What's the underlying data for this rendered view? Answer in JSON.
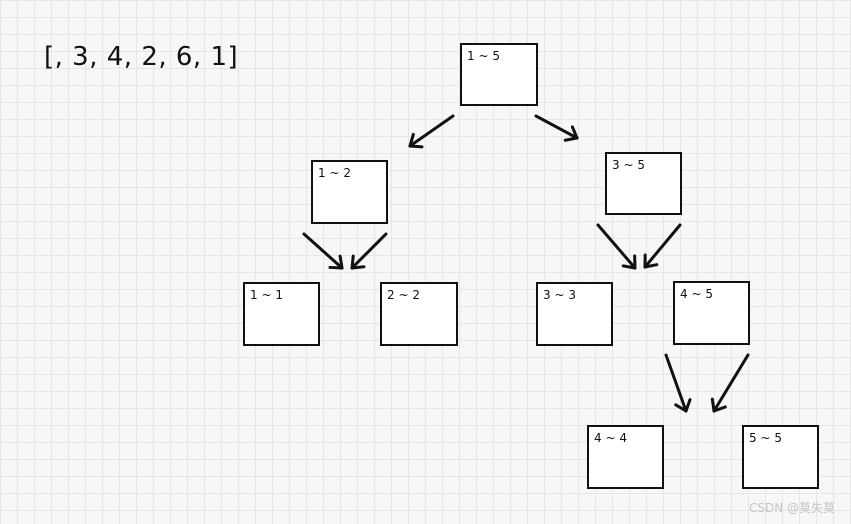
{
  "array_text": "[, 3, 4, 2, 6, 1]",
  "nodes": [
    {
      "id": "n1-5",
      "label": "1 ~ 5"
    },
    {
      "id": "n1-2",
      "label": "1 ~ 2"
    },
    {
      "id": "n3-5",
      "label": "3 ~ 5"
    },
    {
      "id": "n1-1",
      "label": "1 ~ 1"
    },
    {
      "id": "n2-2",
      "label": "2 ~ 2"
    },
    {
      "id": "n3-3",
      "label": "3 ~ 3"
    },
    {
      "id": "n4-5",
      "label": "4 ~ 5"
    },
    {
      "id": "n4-4",
      "label": "4 ~ 4"
    },
    {
      "id": "n5-5",
      "label": "5 ~ 5"
    }
  ],
  "edges": [
    {
      "from": "n1-5",
      "to": "n1-2"
    },
    {
      "from": "n1-5",
      "to": "n3-5"
    },
    {
      "from": "n1-2",
      "to": "n1-1"
    },
    {
      "from": "n1-2",
      "to": "n2-2"
    },
    {
      "from": "n3-5",
      "to": "n3-3"
    },
    {
      "from": "n3-5",
      "to": "n4-5"
    },
    {
      "from": "n4-5",
      "to": "n4-4"
    },
    {
      "from": "n4-5",
      "to": "n5-5"
    }
  ],
  "watermark": "CSDN @莫失莫"
}
